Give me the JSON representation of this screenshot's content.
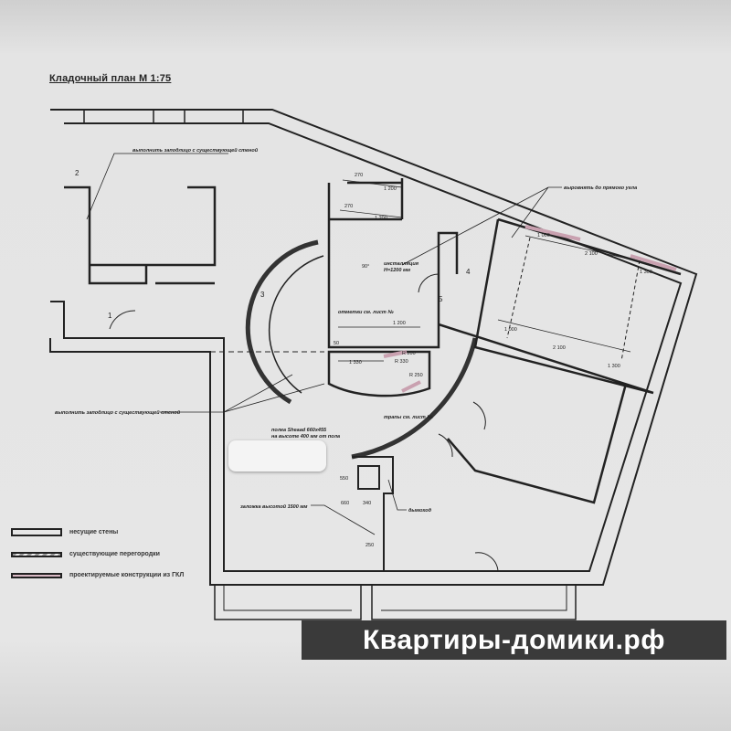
{
  "title": "Кладочный план  М 1:75",
  "notes": {
    "flush_wall_top": "выполнить заподлицо с существующей стеной",
    "flush_wall_left": "выполнить заподлицо с существующей стеной",
    "right_angle": "выровнять до прямого угла",
    "installation": "инсталляция",
    "installation_h": "H=1200 мм",
    "marks_sheet": "отметки см. лист №",
    "drains_sheet": "трапы см. лист №",
    "shelf_1": "полка Sheaad 660x455",
    "shelf_2": "на высоте 400 мм от пола",
    "laying": "заложка высотой 1500 мм",
    "chimney": "дымоход"
  },
  "dimensions": {
    "d270a": "270",
    "d1200a": "1 200",
    "d270b": "270",
    "d1200b": "1 200",
    "a90": "90°",
    "d1000a": "1 000",
    "d2100a": "2 100",
    "d1300a": "1 300",
    "d1000b": "1 000",
    "d2100b": "2 100",
    "d1300b": "1 300",
    "d1200c": "1 200",
    "d1330": "1 330",
    "r200": "R 200",
    "r330": "R 330",
    "r250": "R 250",
    "d660": "660",
    "d340": "340",
    "d250": "250",
    "d550": "550",
    "d50": "50"
  },
  "legend": [
    {
      "label": "несущие стены"
    },
    {
      "label": "существующие перегородки"
    },
    {
      "label": "проектируемые конструкции из ГКЛ"
    }
  ],
  "door_marks": [
    "1",
    "2",
    "3",
    "4",
    "5"
  ],
  "watermark": "Квартиры-домики.рф",
  "colors": {
    "wall": "#222222",
    "gkl": "#c9a1b0",
    "paper": "#e6e6e6"
  }
}
